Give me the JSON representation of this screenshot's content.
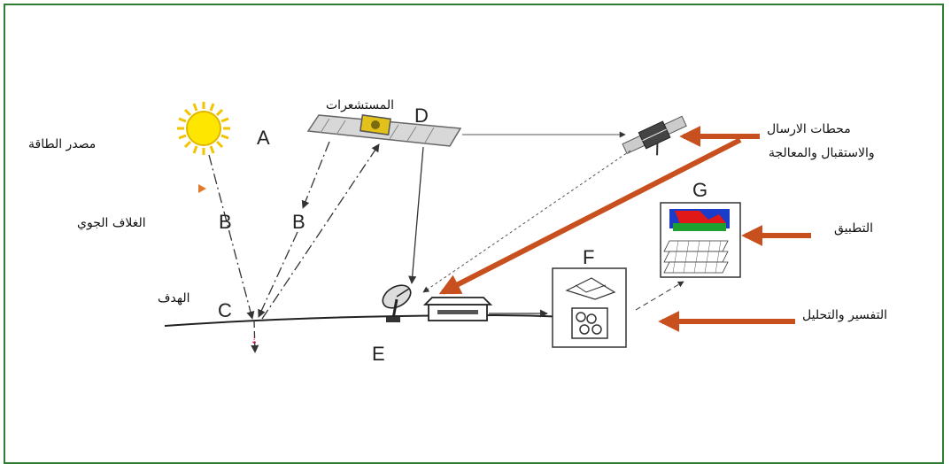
{
  "title": "",
  "colors": {
    "frame": "#2e7d32",
    "accent_arrow": "#c8501e",
    "line": "#333333"
  },
  "letters": {
    "a": "A",
    "b1": "B",
    "b2": "B",
    "c": "C",
    "d": "D",
    "e": "E",
    "f": "F",
    "g": "G"
  },
  "labels": {
    "energy_source": "مصدر الطاقة",
    "atmosphere": "الغلاف الجوي",
    "target": "الهدف",
    "sensors": "المستشعرات",
    "stations_line1": "محطات الارسال",
    "stations_line2": "والاستقبال والمعالجة",
    "application": "التطبيق",
    "interpretation": "التفسير والتحليل"
  },
  "icons": [
    "sun-icon",
    "satellite-icon",
    "relay-satellite-icon",
    "dish-antenna-icon",
    "station-building-icon",
    "image-analysis-icon",
    "map-application-icon"
  ]
}
